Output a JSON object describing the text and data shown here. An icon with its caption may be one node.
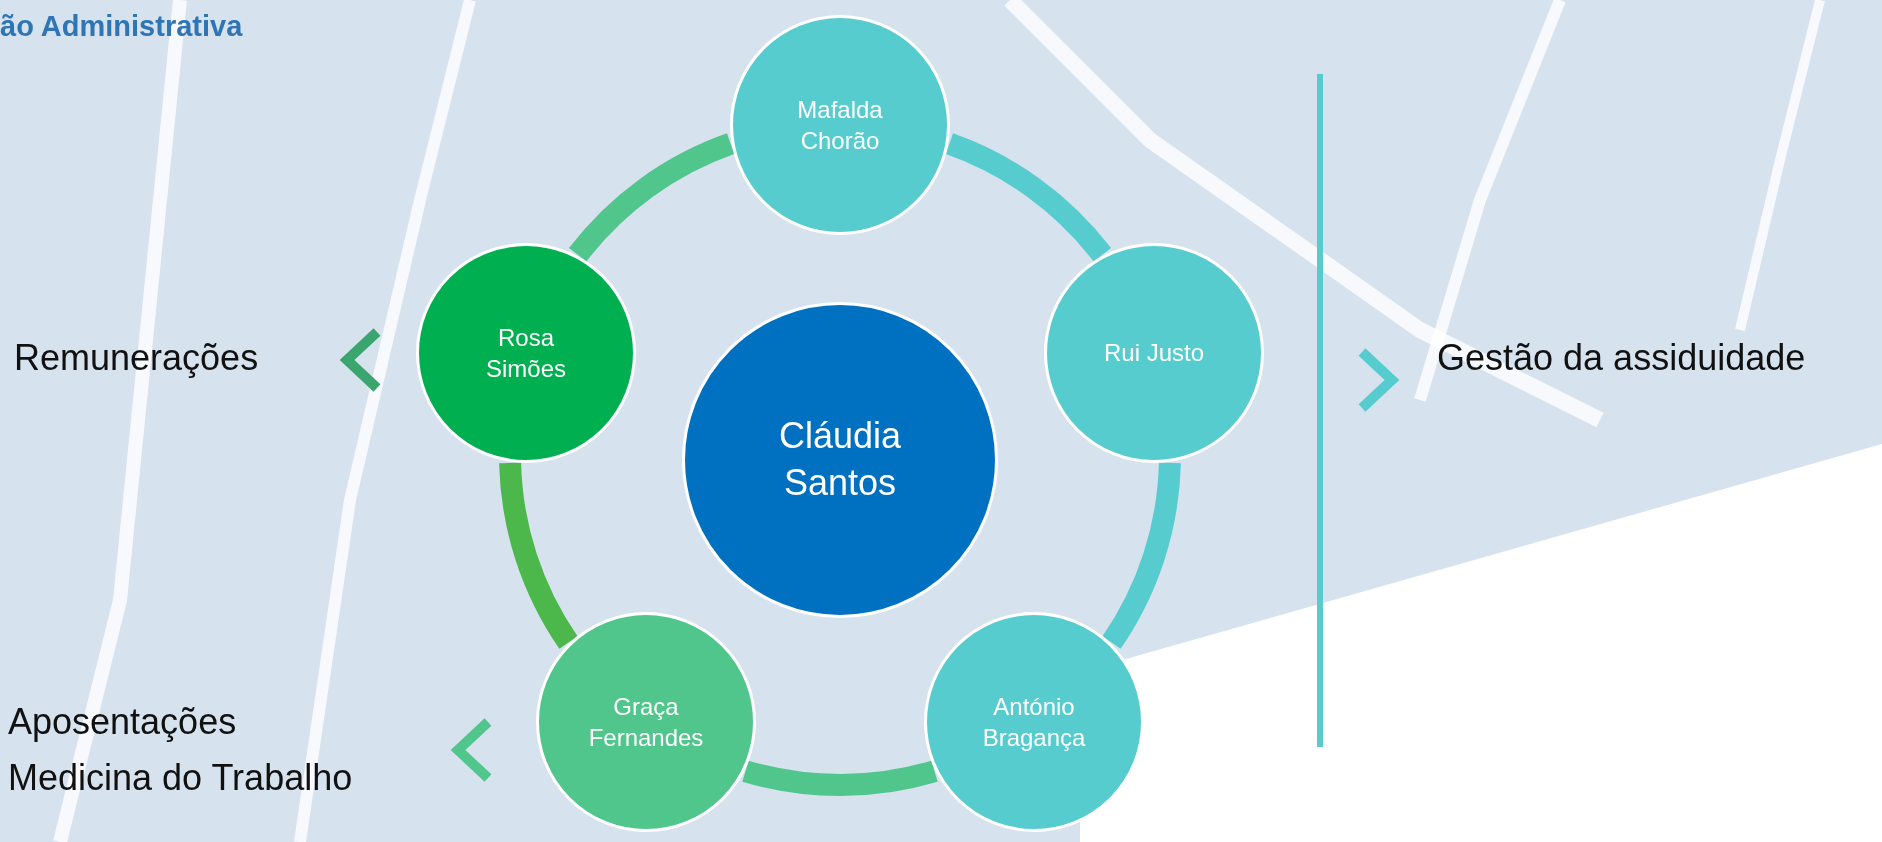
{
  "diagram": {
    "title": "ão Administrativa",
    "nodes": [
      {
        "text": [
          "Cláudia Santos"
        ]
      },
      {
        "text": [
          "Mafalda Chorão"
        ]
      },
      {
        "text": [
          "Rui Justo"
        ]
      },
      {
        "text": [
          "António Bragança"
        ]
      },
      {
        "text": [
          "Graça Fernandes"
        ]
      },
      {
        "text": [
          "Rosa Simões"
        ]
      }
    ],
    "edges": [
      {
        "from": 1,
        "to": 2,
        "arrow": "none",
        "color": "#56cccf"
      },
      {
        "from": 2,
        "to": 3,
        "arrow": "none",
        "color": "#56cccf"
      },
      {
        "from": 3,
        "to": 4,
        "arrow": "none",
        "color": "#50c58c"
      },
      {
        "from": 4,
        "to": 5,
        "arrow": "none",
        "color": "#4cb84c"
      },
      {
        "from": 5,
        "to": 1,
        "arrow": "none",
        "color": "#50c58c"
      }
    ],
    "labels": [
      "Remunerações",
      "Gestão da assiduidade",
      "Aposentações",
      "Medicina do Trabalho"
    ]
  }
}
